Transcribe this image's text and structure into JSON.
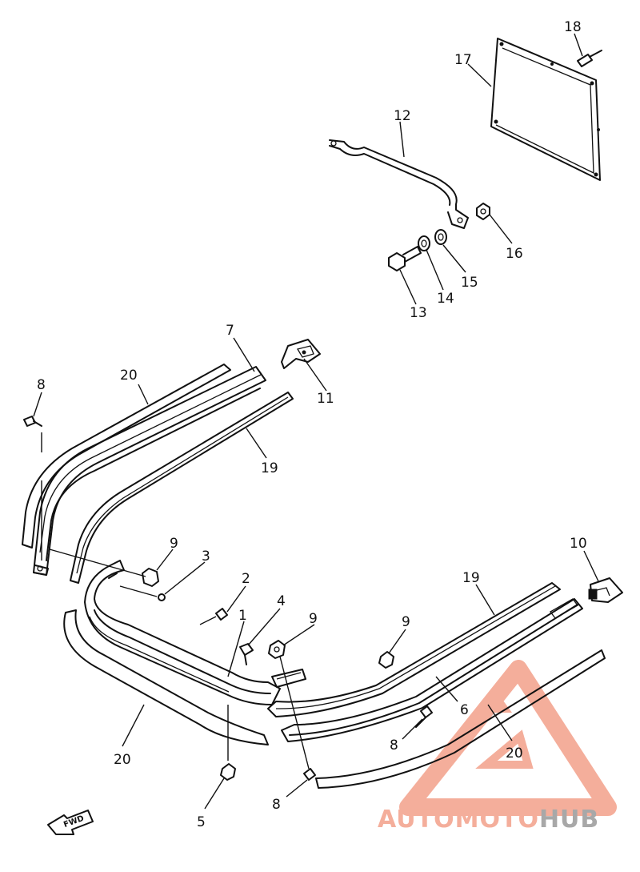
{
  "callouts": [
    "18",
    "17",
    "12",
    "16",
    "15",
    "14",
    "13",
    "7",
    "11",
    "20",
    "8",
    "19",
    "9",
    "3",
    "2",
    "4",
    "1",
    "10",
    "6",
    "5"
  ],
  "fwd_label": "FWD",
  "logo": {
    "part1": "AUTO",
    "part2": "MOTO",
    "part3": "HUB"
  },
  "colors": {
    "logo_primary": "#f3a08a",
    "logo_secondary": "#9a9a9a",
    "ink": "#111111"
  }
}
